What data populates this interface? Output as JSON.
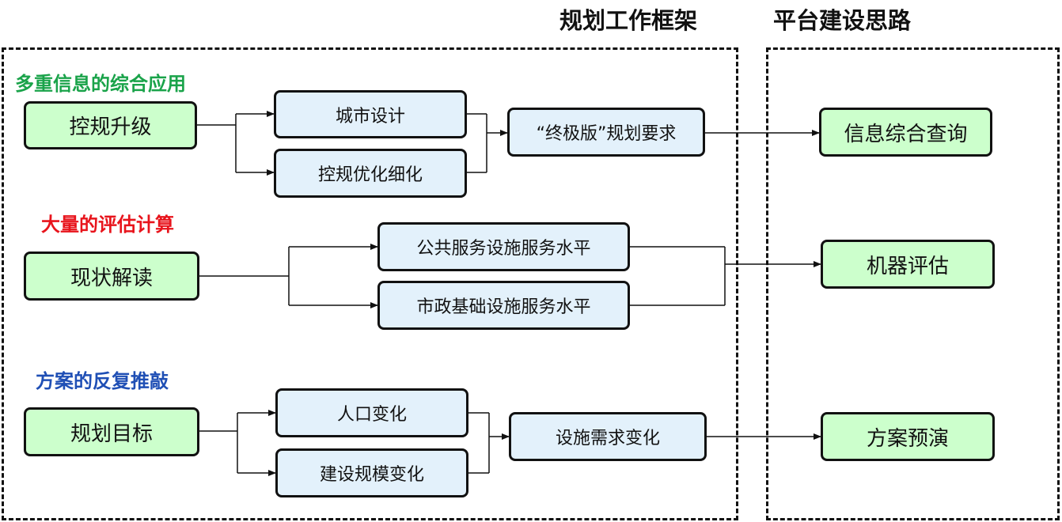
{
  "headings": {
    "framework": "规划工作框架",
    "platform": "平台建设思路"
  },
  "sections": {
    "info": {
      "label": "多重信息的综合应用",
      "color": "#1aa34a"
    },
    "eval": {
      "label": "大量的评估计算",
      "color": "#e8141c"
    },
    "scheme": {
      "label": "方案的反复推敲",
      "color": "#1f4fb5"
    }
  },
  "boxes": {
    "kongui_upgrade": "控规升级",
    "urban_design": "城市设计",
    "kongui_optimize": "控规优化细化",
    "final_requirement": "“终极版”规划要求",
    "info_query": "信息综合查询",
    "status_reading": "现状解读",
    "public_service": "公共服务设施服务水平",
    "municipal_infra": "市政基础设施服务水平",
    "machine_eval": "机器评估",
    "plan_target": "规划目标",
    "population_change": "人口变化",
    "construction_scale": "建设规模变化",
    "facility_demand": "设施需求变化",
    "scheme_preview": "方案预演"
  },
  "colors": {
    "green_fill": "#ccffcc",
    "blue_fill": "#e3f1fb",
    "stroke": "#111111"
  }
}
